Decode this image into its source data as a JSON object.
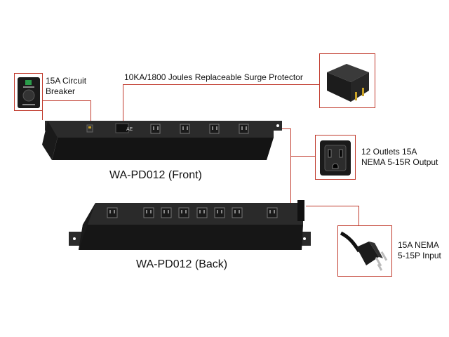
{
  "labels": {
    "breaker": [
      "15A Circuit",
      "Breaker"
    ],
    "surge": "10KA/1800 Joules Replaceable Surge Protector",
    "outlets": [
      "12 Outlets 15A",
      "NEMA 5-15R Output"
    ],
    "input": [
      "15A NEMA",
      "5-15P Input"
    ]
  },
  "captions": {
    "front": "WA-PD012 (Front)",
    "back": "WA-PD012 (Back)"
  },
  "colors": {
    "leader_line": "#c0392b",
    "unit_body": "#1e1e1e"
  },
  "icons": {
    "breaker": "circuit-breaker-icon",
    "surge": "surge-module-icon",
    "outlet": "nema-5-15r-outlet-icon",
    "plug": "nema-5-15p-plug-icon"
  }
}
